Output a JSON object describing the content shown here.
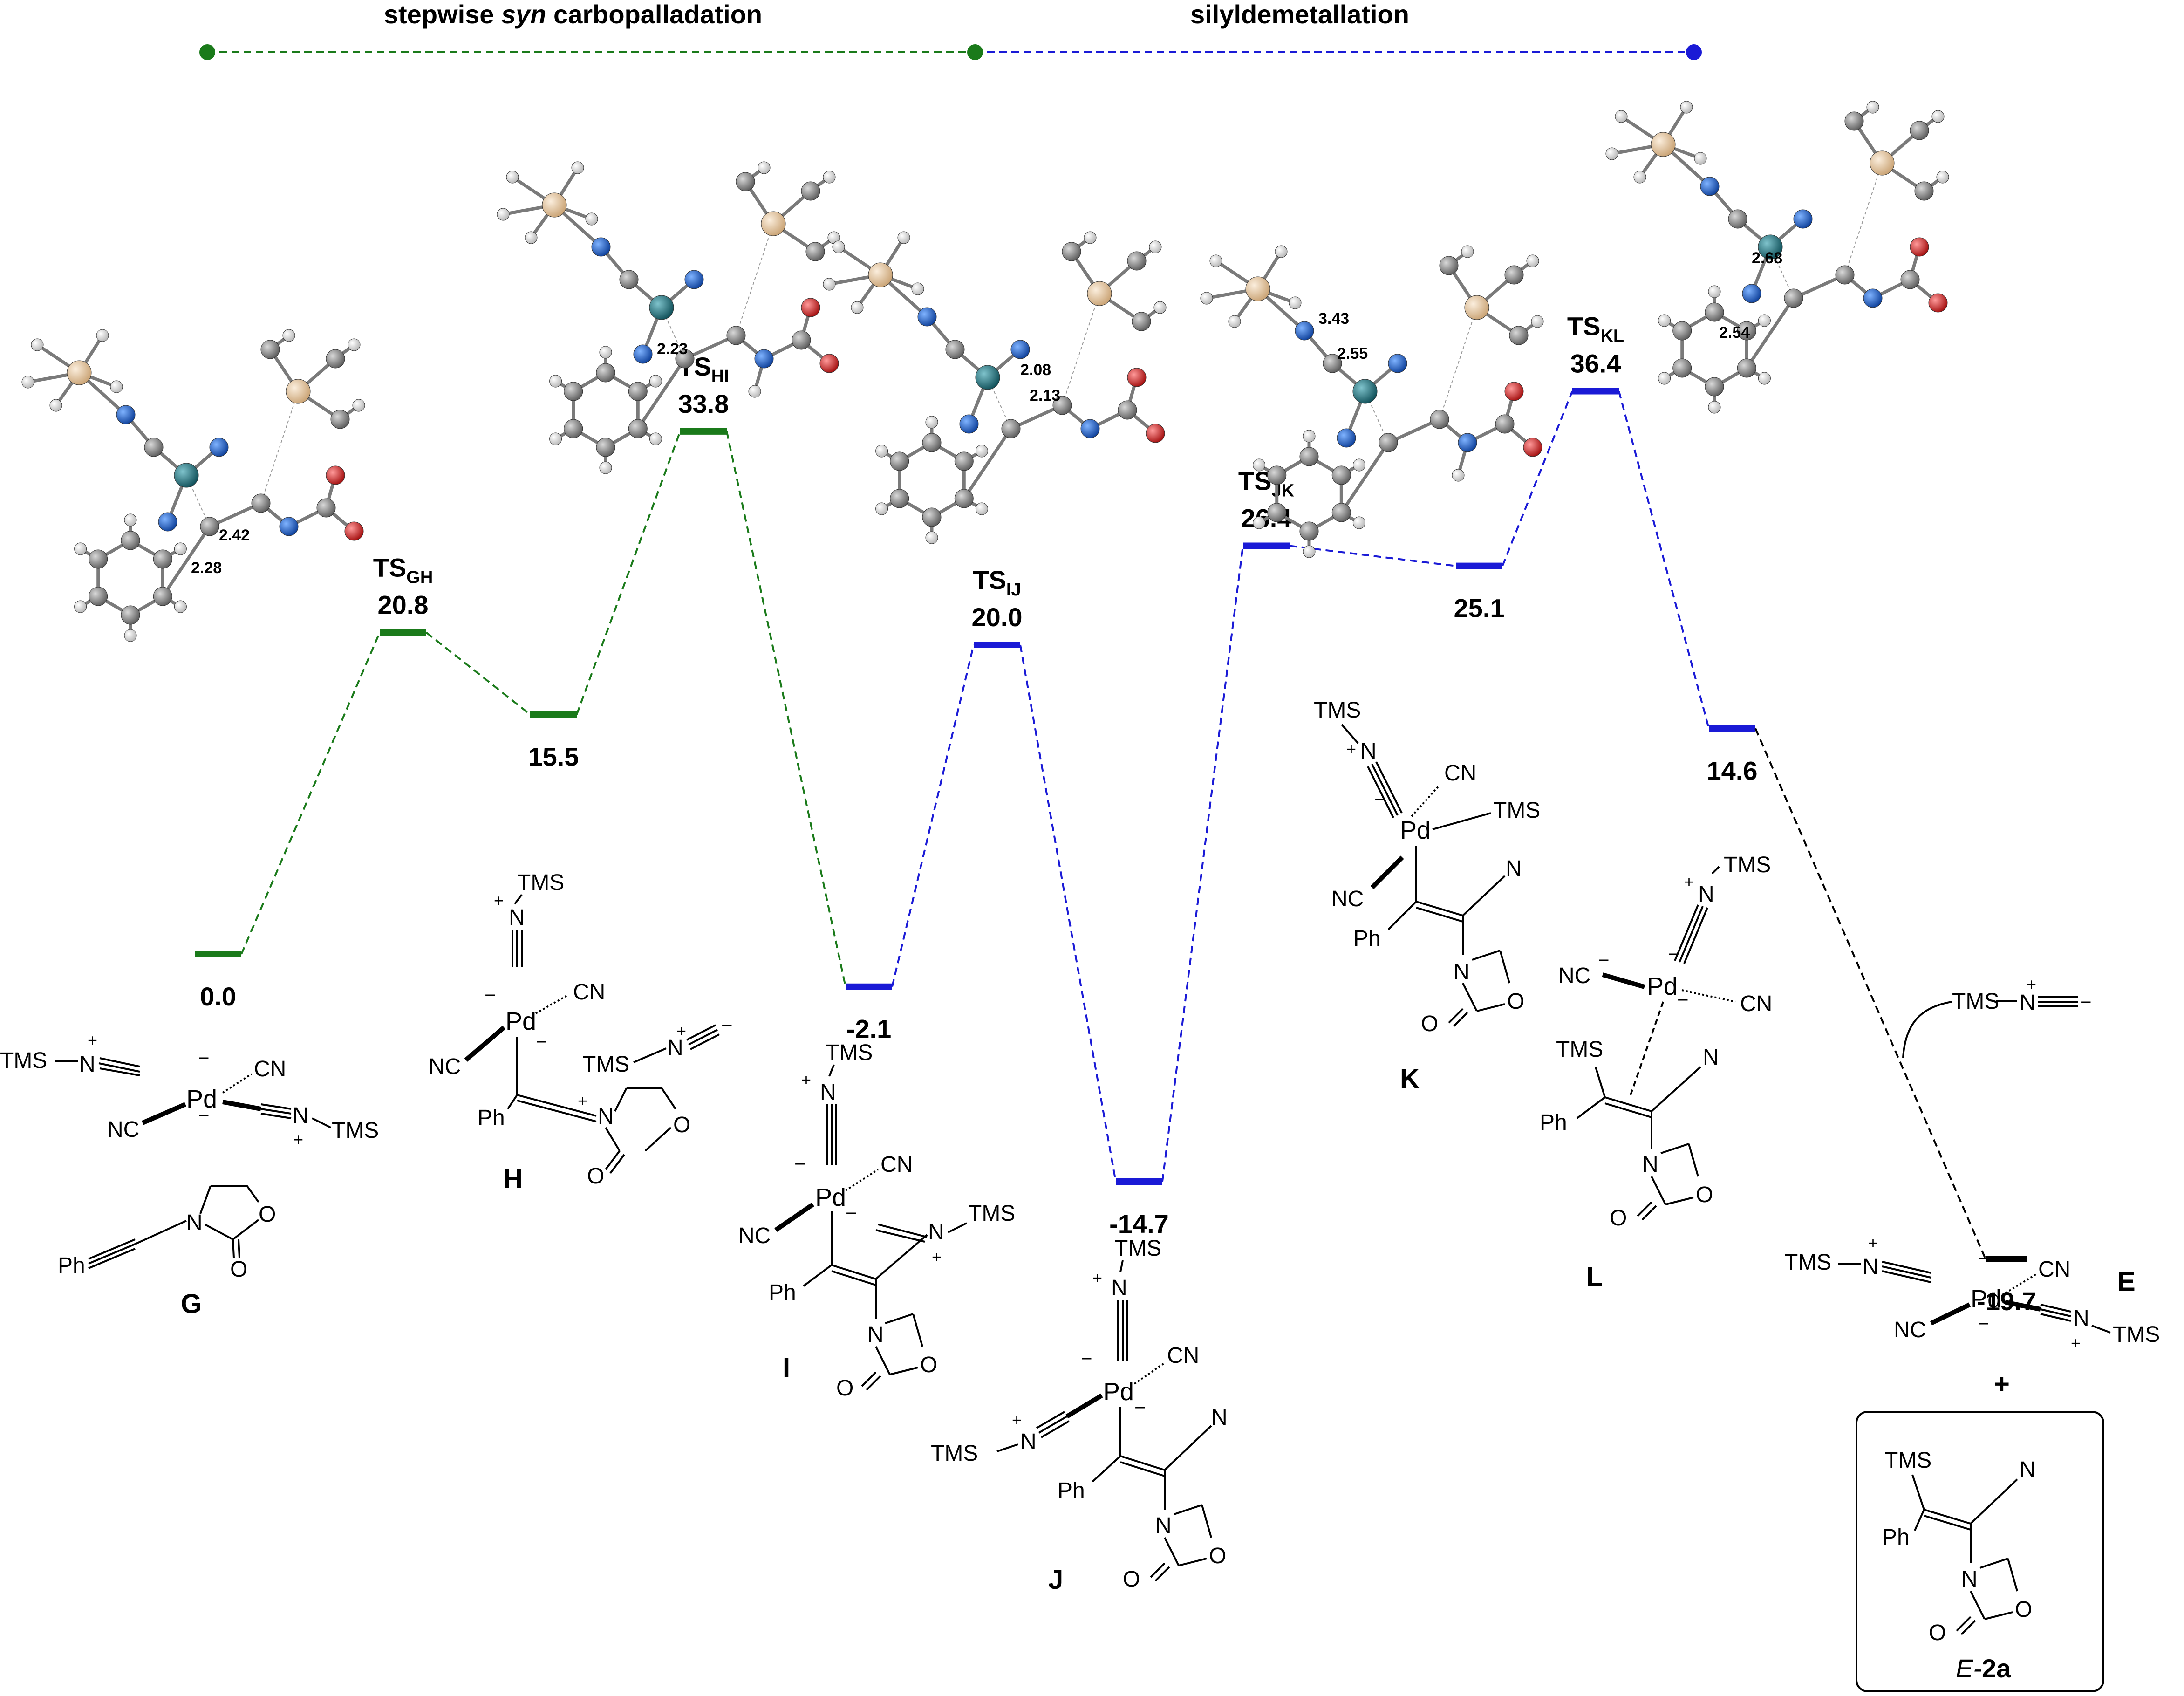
{
  "header": {
    "phase1": {
      "text": "stepwise ",
      "ital": "syn",
      "rest": " carbopalladation",
      "color": "#1a7a1a"
    },
    "phase2": {
      "text": "silyldemetallation",
      "color": "#1a1ad6"
    }
  },
  "colors": {
    "green": "#1a7a1a",
    "blue": "#1a1ad6",
    "black": "#000000",
    "pd": "#1a6b78",
    "si": "#e6c9a0",
    "c": "#8c8c8c",
    "h": "#f2f2f2",
    "n": "#1a5ec9",
    "o": "#d61a1a"
  },
  "chart_data": {
    "type": "energy-profile",
    "levels": [
      {
        "id": "G",
        "value": 0.0,
        "value_label": "0.0",
        "phase": "carbopalladation"
      },
      {
        "id": "TSGH",
        "value": 20.8,
        "value_label": "20.8",
        "ts_main": "TS",
        "ts_sub": "GH",
        "phase": "carbopalladation"
      },
      {
        "id": "H",
        "value": 15.5,
        "value_label": "15.5",
        "phase": "carbopalladation"
      },
      {
        "id": "TSHI",
        "value": 33.8,
        "value_label": "33.8",
        "ts_main": "TS",
        "ts_sub": "HI",
        "phase": "carbopalladation"
      },
      {
        "id": "I",
        "value": -2.1,
        "value_label": "-2.1",
        "phase": "silyldemetallation"
      },
      {
        "id": "TSIJ",
        "value": 20.0,
        "value_label": "20.0",
        "ts_main": "TS",
        "ts_sub": "IJ",
        "phase": "silyldemetallation"
      },
      {
        "id": "J",
        "value": -14.7,
        "value_label": "-14.7",
        "phase": "silyldemetallation"
      },
      {
        "id": "TSJK",
        "value": 26.4,
        "value_label": "26.4",
        "ts_main": "TS",
        "ts_sub": "JK",
        "phase": "silyldemetallation"
      },
      {
        "id": "K",
        "value": 25.1,
        "value_label": "25.1",
        "phase": "silyldemetallation"
      },
      {
        "id": "TSKL",
        "value": 36.4,
        "value_label": "36.4",
        "ts_main": "TS",
        "ts_sub": "KL",
        "phase": "silyldemetallation"
      },
      {
        "id": "L",
        "value": 14.6,
        "value_label": "14.6",
        "phase": "silyldemetallation"
      },
      {
        "id": "E",
        "value": -19.7,
        "value_label": "-19.7",
        "phase": "product"
      }
    ]
  },
  "distances": {
    "TSGH": [
      "2.42",
      "2.28"
    ],
    "TSHI": [
      "2.23"
    ],
    "TSIJ": [
      "2.08",
      "2.13"
    ],
    "TSJK": [
      "3.43",
      "2.55"
    ],
    "TSKL": [
      "2.68",
      "2.54"
    ]
  },
  "structure_labels": {
    "G": "G",
    "H": "H",
    "I": "I",
    "J": "J",
    "K": "K",
    "L": "L",
    "E": "E"
  },
  "chem_text": {
    "TMS": "TMS",
    "CN": "CN",
    "NC": "NC",
    "Pd": "Pd",
    "N": "N",
    "O": "O",
    "Ph": "Ph",
    "plus": "+",
    "minus": "−",
    "sum_plus": "+"
  },
  "product_box": {
    "label_prefix": "E-",
    "label_bold": "2a"
  }
}
